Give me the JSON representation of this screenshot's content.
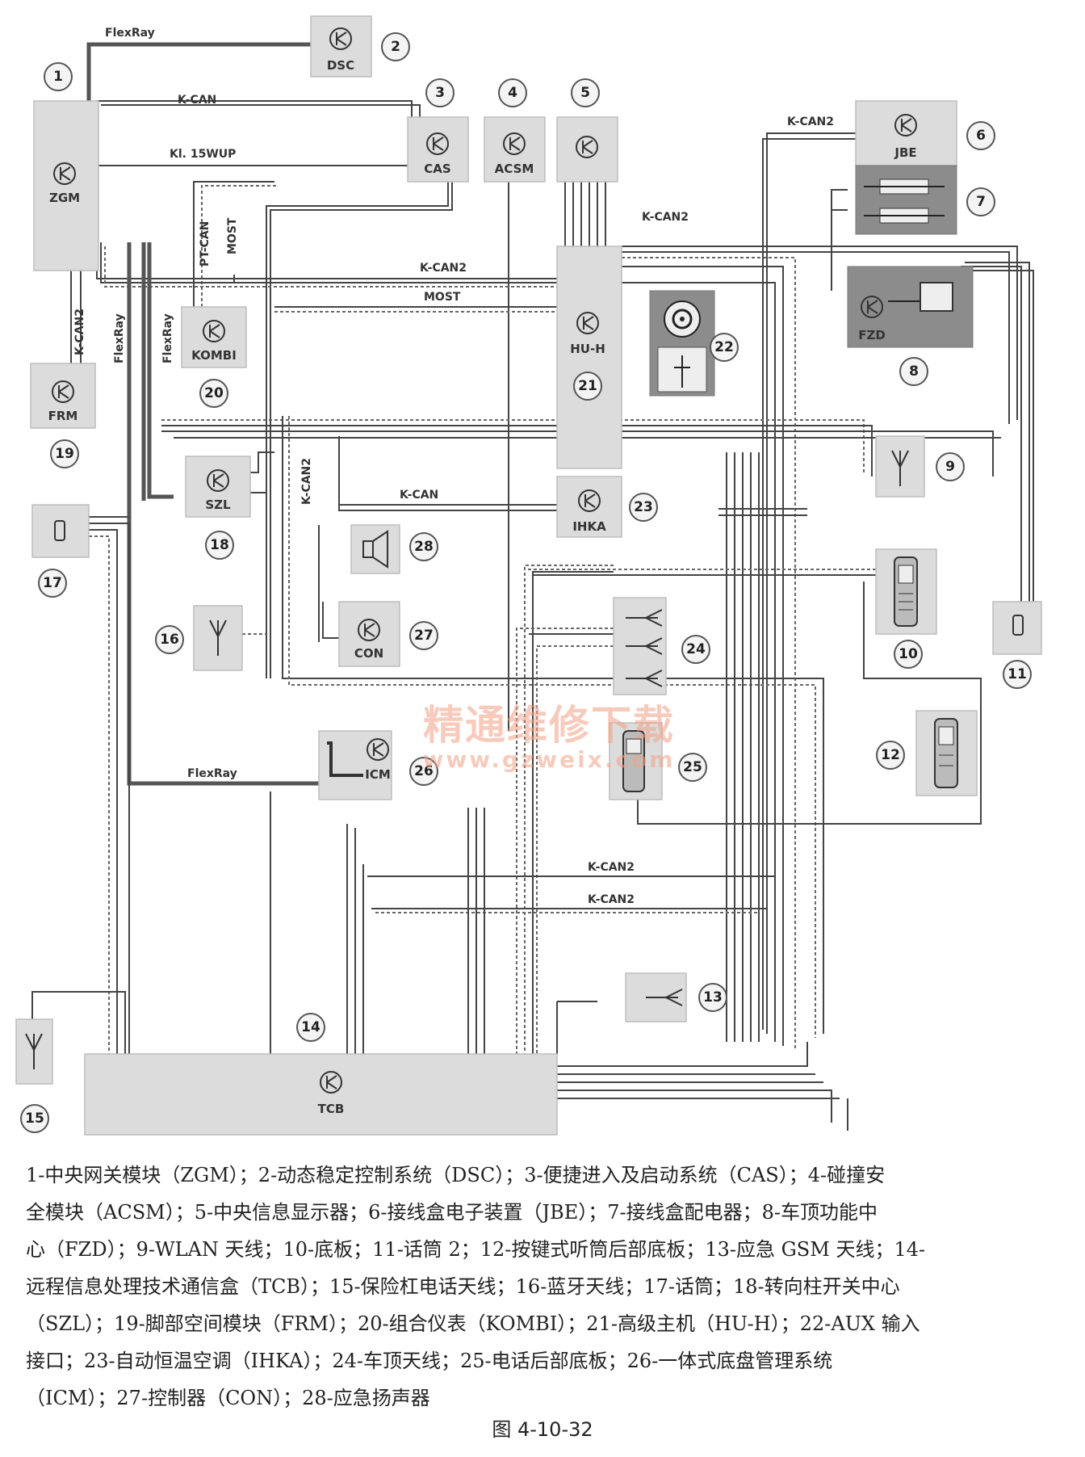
{
  "diagram": {
    "modules": {
      "zgm": "ZGM",
      "dsc": "DSC",
      "cas": "CAS",
      "acsm": "ACSM",
      "jbe": "JBE",
      "fzd": "FZD",
      "kombi": "KOMBI",
      "frm": "FRM",
      "huh": "HU-H",
      "szl": "SZL",
      "ihka": "IHKA",
      "con": "CON",
      "icm": "ICM",
      "tcb": "TCB"
    },
    "buses": {
      "flexray_top": "FlexRay",
      "kcan_top": "K-CAN",
      "kl15wup": "Kl. 15WUP",
      "ptcan": "PT-CAN",
      "most_v": "MOST",
      "kcan2_jbe": "K-CAN2",
      "kcan2_hu": "K-CAN2",
      "kcan2_mid": "K-CAN2",
      "most_mid": "MOST",
      "kcan2_left": "K-CAN2",
      "flexray_left1": "FlexRay",
      "flexray_left2": "FlexRay",
      "kcan2_szl": "K-CAN2",
      "kcan_ihka": "K-CAN",
      "flexray_icm": "FlexRay",
      "kcan2_low1": "K-CAN2",
      "kcan2_low2": "K-CAN2"
    },
    "numbers": [
      "1",
      "2",
      "3",
      "4",
      "5",
      "6",
      "7",
      "8",
      "9",
      "10",
      "11",
      "12",
      "13",
      "14",
      "15",
      "16",
      "17",
      "18",
      "19",
      "20",
      "21",
      "22",
      "23",
      "24",
      "25",
      "26",
      "27",
      "28"
    ]
  },
  "watermark": {
    "cn": "精通维修下载",
    "url": "www.gzweix.com"
  },
  "caption": {
    "lines": [
      "1-中央网关模块（ZGM）；2-动态稳定控制系统（DSC）；3-便捷进入及启动系统（CAS）；4-碰撞安",
      "全模块（ACSM）；5-中央信息显示器；6-接线盒电子装置（JBE）；7-接线盒配电器；8-车顶功能中",
      "心（FZD）；9-WLAN 天线；10-底板；11-话筒 2；12-按键式听筒后部底板；13-应急 GSM 天线；14-",
      "远程信息处理技术通信盒（TCB）；15-保险杠电话天线；16-蓝牙天线；17-话筒；18-转向柱开关中心",
      "（SZL）；19-脚部空间模块（FRM）；20-组合仪表（KOMBI）；21-高级主机（HU-H）；22-AUX 输入",
      "接口；23-自动恒温空调（IHKA）；24-车顶天线；25-电话后部底板；26-一体式底盘管理系统",
      "（ICM）；27-控制器（CON）；28-应急扬声器"
    ],
    "figure": "图 4-10-32"
  }
}
